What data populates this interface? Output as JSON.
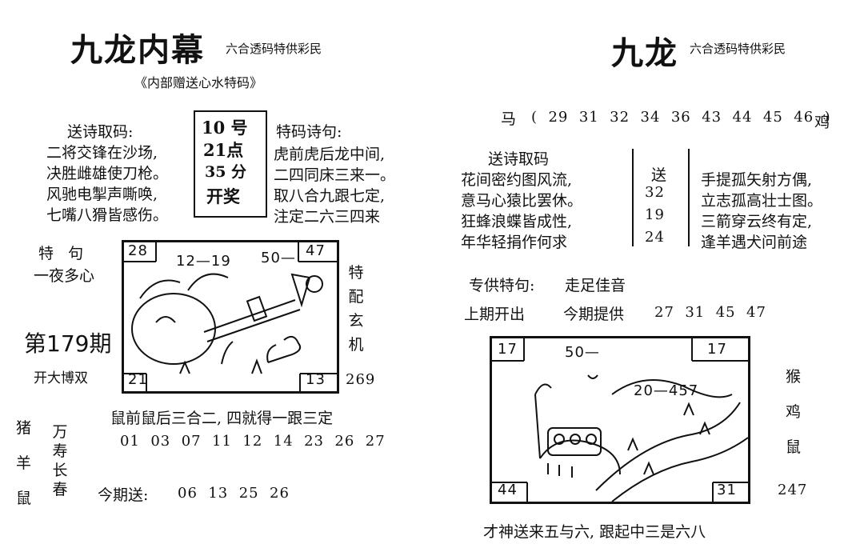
{
  "left": {
    "title": "九龙内幕",
    "subtitle": "六合透码特供彩民",
    "tagline": "《内部赠送心水特码》",
    "poem_head": "送诗取码:",
    "poem": [
      "二将交锋在沙场,",
      "决胜雌雄使刀枪。",
      "风驰电掣声嘶唤,",
      "七嘴八猾皆感伤。"
    ],
    "draw_box": [
      "10 号",
      "21点",
      "35 分",
      "开奖"
    ],
    "special_head": "特码诗句:",
    "special_poem": [
      "虎前虎后龙中间,",
      "二四同床三来一。",
      "取八合九跟七定,",
      "注定二六三四来"
    ],
    "te_ju": "特   句",
    "te_ju_text": "一夜多心",
    "issue": "第179期",
    "kai": "开大博双",
    "side_label": "特配玄机",
    "side_num": "269",
    "pic_nums": {
      "tl": "28",
      "tr": "47",
      "bl": "21",
      "br": "13",
      "mid": "12—19",
      "mid2": "50—"
    },
    "rule": "鼠前鼠后三合二, 四就得一跟三定",
    "numbers": "01  03  07  11  12  14  23  26  27",
    "zodiac_col": [
      "猪",
      "羊",
      "鼠"
    ],
    "wishes": "万寿长春",
    "send_label": "今期送:",
    "send_nums": "06  13  25  26"
  },
  "right": {
    "title": "九龙",
    "subtitle": "六合透码特供彩民",
    "ma": "马",
    "ma_nums": "(  29  31  32  34  36  43  44  45  46  )",
    "ji": "鸡",
    "poem_head": "送诗取码",
    "poem": [
      "花间密约图风流,",
      "意马心猿比罢休。",
      "狂蜂浪蝶皆成性,",
      "年华轻捐作何求"
    ],
    "send_col": [
      "送",
      "32",
      "19",
      "24"
    ],
    "poem2": [
      "手提孤矢射方偶,",
      "立志孤高壮士图。",
      "三箭穿云终有定,",
      "逢羊遇犬问前途"
    ],
    "zhuan_label": "专供特句:",
    "zhuan_text": "走足佳音",
    "last_label": "上期开出",
    "this_label": "今期提供",
    "this_nums": "27  31  45  47",
    "pic_nums": {
      "tl": "17",
      "tr": "17",
      "bl": "44",
      "br": "31",
      "mid": "20—457",
      "top": "50—"
    },
    "zodiac_col": [
      "猴",
      "鸡",
      "鼠"
    ],
    "side_num": "247",
    "bottom": "才神送来五与六, 跟起中三是六八"
  }
}
